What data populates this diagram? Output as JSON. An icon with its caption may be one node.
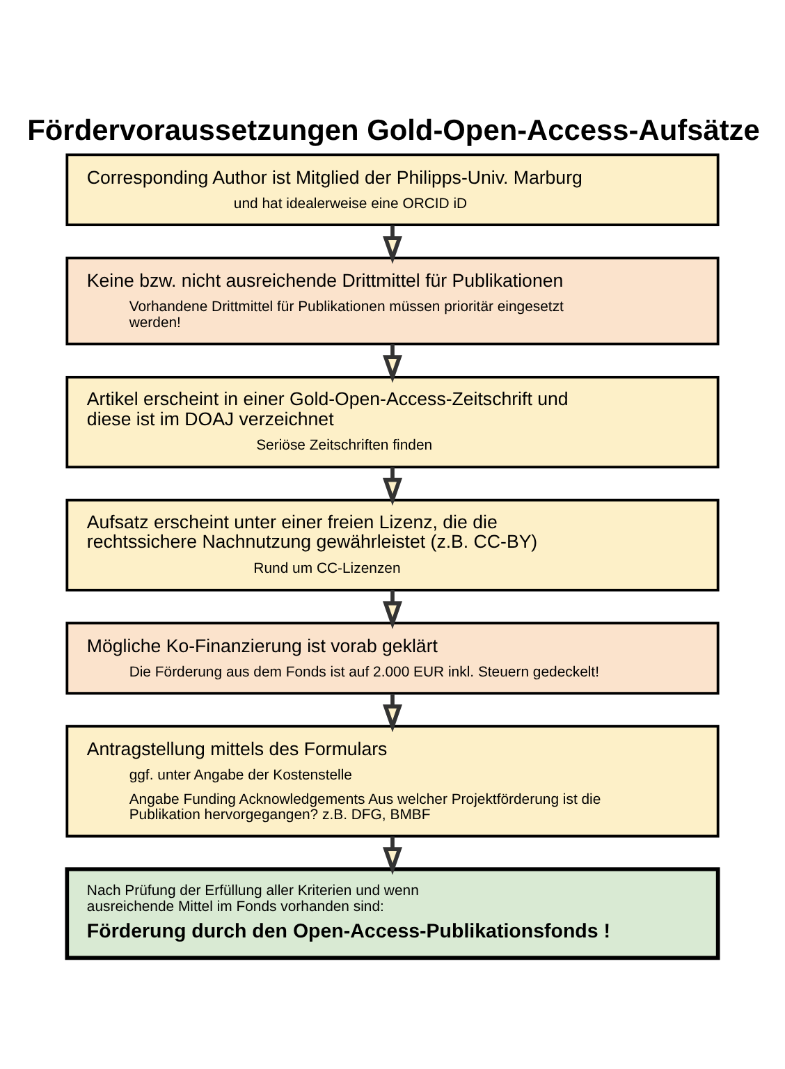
{
  "diagram": {
    "title": "Fördervoraussetzungen Gold-Open-Access-Aufsätze",
    "nodes": [
      {
        "text": [
          "Corresponding Author ist Mitglied der Philipps-Univ. Marburg",
          "und hat idealerweise eine ORCID iD"
        ]
      },
      {
        "text": [
          "Keine bzw. nicht ausreichende Drittmittel für Publikationen",
          "Vorhandene Drittmittel für Publikationen müssen prioritär eingesetzt werden!"
        ]
      },
      {
        "text": [
          "Artikel erscheint in einer Gold-Open-Access-Zeitschrift und diese ist im DOAJ verzeichnet",
          "Seriöse Zeitschriften finden"
        ]
      },
      {
        "text": [
          "Aufsatz erscheint unter einer freien Lizenz, die die rechtssichere Nachnutzung gewährleistet (z.B. CC-BY)",
          "Rund um CC-Lizenzen"
        ]
      },
      {
        "text": [
          "Mögliche Ko-Finanzierung ist vorab geklärt",
          "Die Förderung aus dem Fonds ist auf 2.000 EUR inkl. Steuern gedeckelt!"
        ]
      },
      {
        "text": [
          "Antragstellung mittels des Formulars",
          "ggf. unter Angabe der Kostenstelle",
          "Angabe Funding Acknowledgements Aus welcher Projektförderung ist die Publikation hervorgegangen? z.B. DFG, BMBF"
        ]
      },
      {
        "text": [
          "Nach Prüfung der Erfüllung aller Kriterien und wenn ausreichende Mittel im Fonds vorhanden sind:",
          "Förderung durch den Open-Access-Publikationsfonds !"
        ]
      }
    ],
    "edges": [
      {
        "from": 0,
        "to": 1,
        "arrow": "to"
      },
      {
        "from": 1,
        "to": 2,
        "arrow": "to"
      },
      {
        "from": 2,
        "to": 3,
        "arrow": "to"
      },
      {
        "from": 3,
        "to": 4,
        "arrow": "to"
      },
      {
        "from": 4,
        "to": 5,
        "arrow": "to"
      },
      {
        "from": 5,
        "to": 6,
        "arrow": "to"
      }
    ]
  }
}
